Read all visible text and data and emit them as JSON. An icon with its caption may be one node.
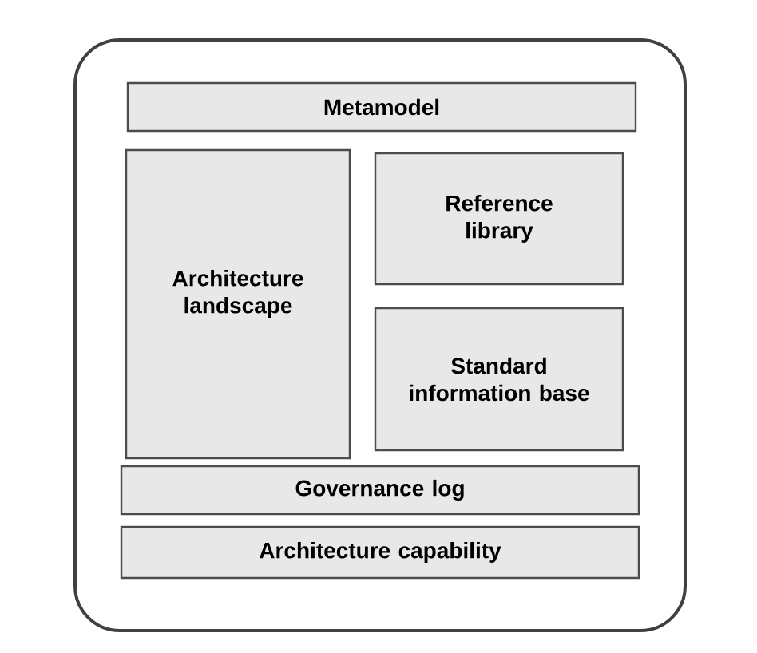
{
  "diagram": {
    "nodes": [
      {
        "text": [],
        "shape": "box"
      },
      {
        "text": [
          "Metamodel"
        ],
        "in": 0
      },
      {
        "text": [
          "Architecture landscape"
        ],
        "in": 0
      },
      {
        "text": [
          "Reference library"
        ],
        "in": 0
      },
      {
        "text": [
          "Standard information base"
        ],
        "in": 0
      },
      {
        "text": [
          "Governance log"
        ],
        "in": 0
      },
      {
        "text": [
          "Architecture capability"
        ],
        "in": 0
      }
    ]
  }
}
